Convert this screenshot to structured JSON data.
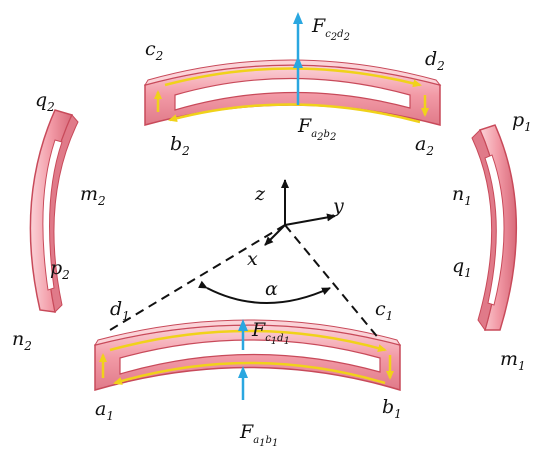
{
  "colors": {
    "coil_body": "#f29aa6",
    "coil_edge": "#c84a5a",
    "coil_highlight": "#fbd3d8",
    "current_arrow": "#f0d21a",
    "force_arrow": "#2aa7e0",
    "axes": "#111111"
  },
  "labels": {
    "top_left": {
      "main": "c",
      "sub": "2"
    },
    "top_right": {
      "main": "d",
      "sub": "2"
    },
    "top_bottom_left": {
      "main": "b",
      "sub": "2"
    },
    "top_bottom_right": {
      "main": "a",
      "sub": "2"
    },
    "left_top": {
      "main": "q",
      "sub": "2"
    },
    "left_mid_upper": {
      "main": "m",
      "sub": "2"
    },
    "left_mid_lower": {
      "main": "p",
      "sub": "2"
    },
    "left_bottom": {
      "main": "n",
      "sub": "2"
    },
    "right_top": {
      "main": "p",
      "sub": "1"
    },
    "right_mid_upper": {
      "main": "n",
      "sub": "1"
    },
    "right_mid_lower": {
      "main": "q",
      "sub": "1"
    },
    "right_bottom": {
      "main": "m",
      "sub": "1"
    },
    "bottom_left": {
      "main": "d",
      "sub": "1"
    },
    "bottom_right": {
      "main": "c",
      "sub": "1"
    },
    "bottom_bottom_left": {
      "main": "a",
      "sub": "1"
    },
    "bottom_bottom_right": {
      "main": "b",
      "sub": "1"
    }
  },
  "forces": {
    "top_upper": {
      "main": "F",
      "sub1": "c",
      "s1": "2",
      "sub2": "d",
      "s2": "2"
    },
    "top_lower": {
      "main": "F",
      "sub1": "a",
      "s1": "2",
      "sub2": "b",
      "s2": "2"
    },
    "bottom_upper": {
      "main": "F",
      "sub1": "c",
      "s1": "1",
      "sub2": "d",
      "s2": "1"
    },
    "bottom_lower": {
      "main": "F",
      "sub1": "a",
      "s1": "1",
      "sub2": "b",
      "s2": "1"
    }
  },
  "axes": {
    "z": "z",
    "y": "y",
    "x": "x",
    "angle": "α"
  }
}
